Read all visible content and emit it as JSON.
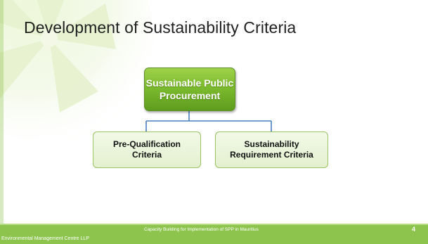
{
  "slide": {
    "title": "Development of Sustainability Criteria",
    "page_number": "4"
  },
  "diagram": {
    "root": {
      "label": "Sustainable Public Procurement"
    },
    "children": [
      {
        "label": "Pre-Qualification Criteria"
      },
      {
        "label": "Sustainability Requirement Criteria"
      }
    ]
  },
  "footer": {
    "organization": "Environmental Management Centre LLP",
    "caption": "Capacity Building for Implementation of SPP in Mauritius"
  },
  "colors": {
    "accent_green": "#7cba2e",
    "footer_band": "#8dc44e",
    "connector_blue": "#4a7ec0",
    "border_green": "#6aa52e"
  },
  "icons": {
    "decoration": "lime-slice-watermark"
  }
}
